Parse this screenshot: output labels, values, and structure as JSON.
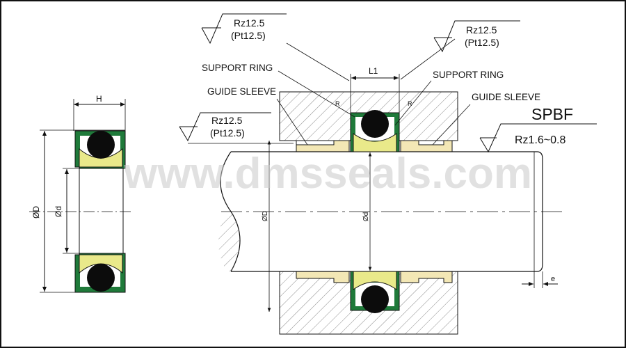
{
  "colors": {
    "seal_green": "#1f7a3a",
    "sleeve_yellow": "#e9e98a",
    "guide_sleeve_fill": "#f3e7b5",
    "oring_black": "#0c0c0c",
    "watermark_grey": "#c9c9c9",
    "hatch": "#8a8a8a"
  },
  "watermark": "www.dmsseals.com",
  "product_code": "SPBF",
  "dimensions": {
    "H": "H",
    "D_outer": "ØD",
    "d_inner": "Ød",
    "L1": "L1",
    "e": "e",
    "R": "R"
  },
  "surface_finish": {
    "top_left": {
      "rz": "Rz12.5",
      "pt": "(Pt12.5)"
    },
    "top_right": {
      "rz": "Rz12.5",
      "pt": "(Pt12.5)"
    },
    "left": {
      "rz": "Rz12.5",
      "pt": "(Pt12.5)"
    },
    "shaft": {
      "rz": "Rz1.6~0.8"
    }
  },
  "labels": {
    "support_ring_left": "SUPPORT RING",
    "support_ring_right": "SUPPORT RING",
    "guide_sleeve_left": "GUIDE SLEEVE",
    "guide_sleeve_right": "GUIDE SLEEVE"
  }
}
